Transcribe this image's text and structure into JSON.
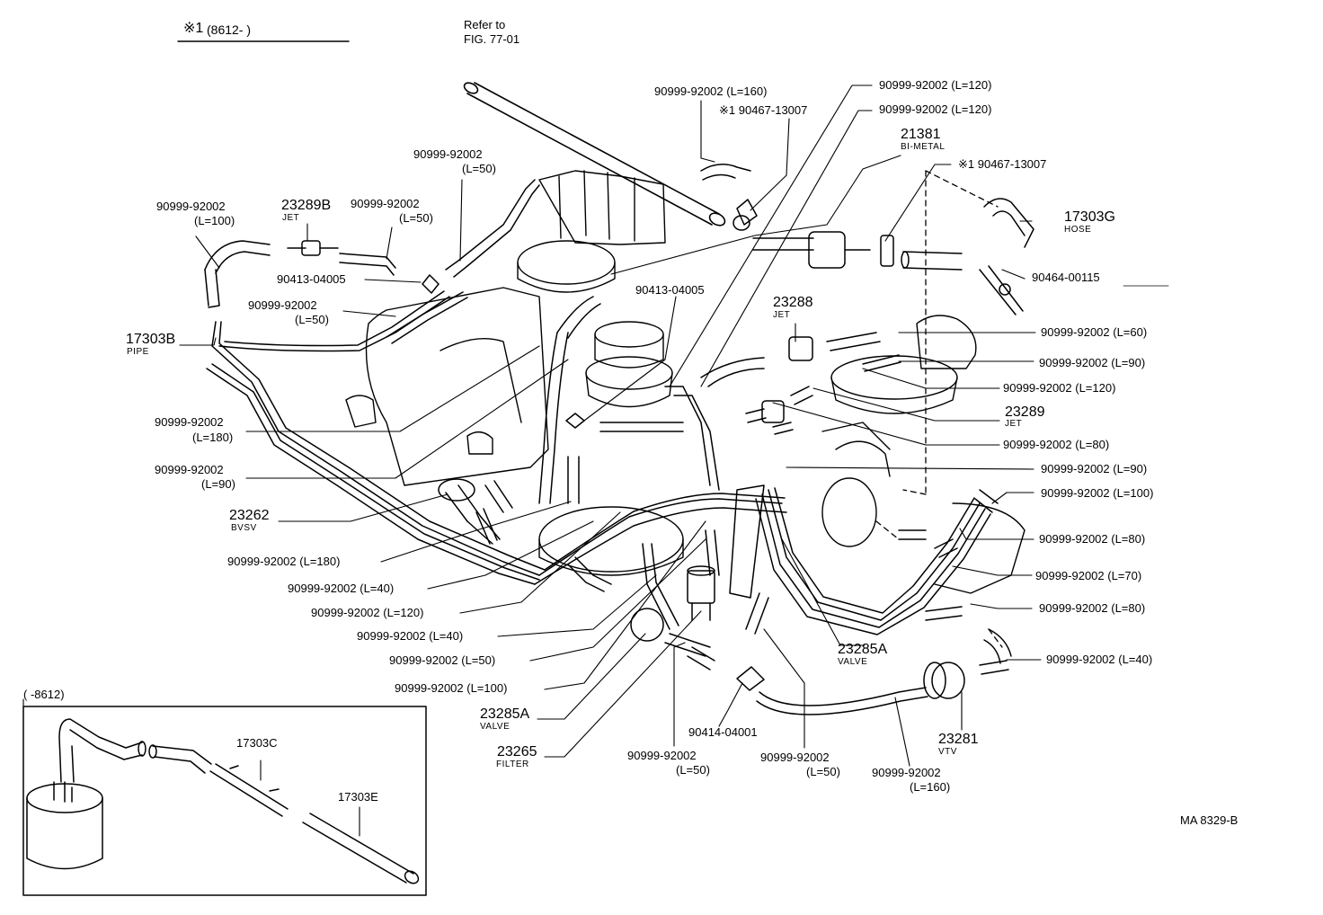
{
  "header": {
    "note_mark": "※1",
    "note_range": "(8612-          )",
    "refer_line1": "Refer to",
    "refer_line2": "FIG. 77-01"
  },
  "inset": {
    "range": "(        -8612)",
    "part_c": "17303C",
    "part_e": "17303E"
  },
  "labels": {
    "hose_100_topleft": "90999-92002",
    "hose_100_topleft_len": "(L=100)",
    "jet_23289b": "23289B",
    "jet_23289b_sub": "JET",
    "hose_50_top": "90999-92002",
    "hose_50_top_len": "(L=50)",
    "hose_50_mid": "90999-92002",
    "hose_50_mid_len": "(L=50)",
    "tee_90413_left": "90413-04005",
    "hose_50_left2": "90999-92002",
    "hose_50_left2_len": "(L=50)",
    "pipe_17303b": "17303B",
    "pipe_17303b_sub": "PIPE",
    "hose_180_left": "90999-92002",
    "hose_180_left_len": "(L=180)",
    "hose_90_left": "90999-92002",
    "hose_90_left_len": "(L=90)",
    "bvsv_23262": "23262",
    "bvsv_23262_sub": "BVSV",
    "hose_180_bottom": "90999-92002 (L=180)",
    "hose_40_bottom": "90999-92002 (L=40)",
    "hose_120_bottom": "90999-92002 (L=120)",
    "hose_40_bottom2": "90999-92002 (L=40)",
    "hose_50_bottom": "90999-92002 (L=50)",
    "hose_100_bottom": "90999-92002 (L=100)",
    "valve_23285a_left": "23285A",
    "valve_23285a_left_sub": "VALVE",
    "filter_23265": "23265",
    "filter_23265_sub": "FILTER",
    "hose_50_b1": "90999-92002",
    "hose_50_b1_len": "(L=50)",
    "tee_90414": "90414-04001",
    "hose_50_b2": "90999-92002",
    "hose_50_b2_len": "(L=50)",
    "hose_160_b": "90999-92002",
    "hose_160_b_len": "(L=160)",
    "vtv_23281": "23281",
    "vtv_23281_sub": "VTV",
    "valve_23285a_right": "23285A",
    "valve_23285a_right_sub": "VALVE",
    "tee_90413_center": "90413-04005",
    "jet_23288": "23288",
    "jet_23288_sub": "JET",
    "hose_160_top": "90999-92002 (L=160)",
    "clip_top": "※1 90467-13007",
    "hose_120_top1": "90999-92002 (L=120)",
    "hose_120_top2": "90999-92002 (L=120)",
    "bimetal_21381": "21381",
    "bimetal_21381_sub": "BI-METAL",
    "clip_right": "※1 90467-13007",
    "hose_17303g": "17303G",
    "hose_17303g_sub": "HOSE",
    "clamp_90464": "90464-00115",
    "r_l60": "90999-92002 (L=60)",
    "r_l90a": "90999-92002 (L=90)",
    "r_l120": "90999-92002 (L=120)",
    "jet_23289": "23289",
    "jet_23289_sub": "JET",
    "r_l80a": "90999-92002 (L=80)",
    "r_l90b": "90999-92002 (L=90)",
    "r_l100": "90999-92002 (L=100)",
    "r_l80b": "90999-92002 (L=80)",
    "r_l70": "90999-92002 (L=70)",
    "r_l80c": "90999-92002 (L=80)",
    "r_l40": "90999-92002 (L=40)",
    "code": "MA 8329-B"
  }
}
